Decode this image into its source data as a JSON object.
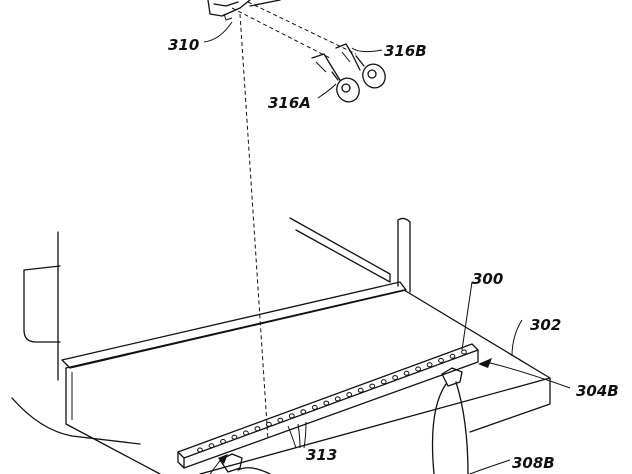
{
  "labels": {
    "l310": "310",
    "l316A": "316A",
    "l316B": "316B",
    "l300": "300",
    "l302": "302",
    "l304B": "304B",
    "l313": "313",
    "l308B": "308B"
  }
}
